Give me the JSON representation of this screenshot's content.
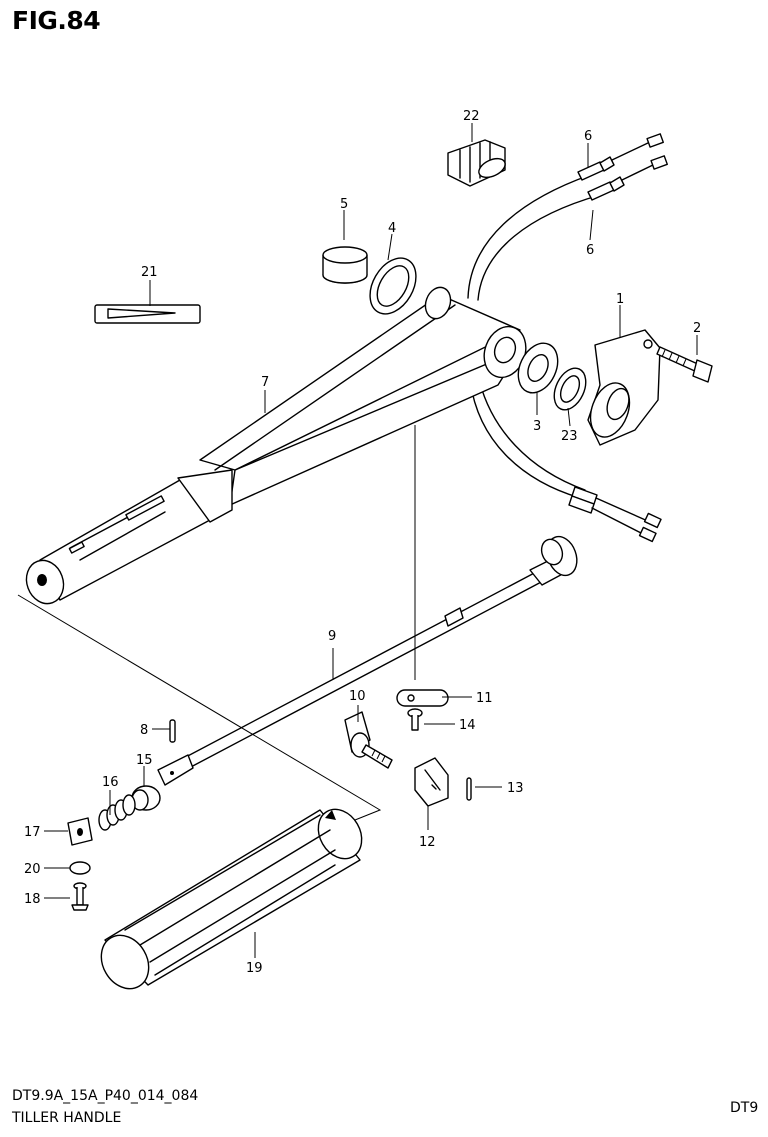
{
  "figure": {
    "title": "FIG.84"
  },
  "footer": {
    "code": "DT9.9A_15A_P40_014_084",
    "name": "TILLER HANDLE",
    "model": "DT9"
  },
  "callouts": {
    "p1": "1",
    "p2": "2",
    "p3": "3",
    "p4": "4",
    "p5": "5",
    "p6a": "6",
    "p6b": "6",
    "p7": "7",
    "p8": "8",
    "p9": "9",
    "p10": "10",
    "p11": "11",
    "p12": "12",
    "p13": "13",
    "p14": "14",
    "p15": "15",
    "p16": "16",
    "p17": "17",
    "p18": "18",
    "p19": "19",
    "p20": "20",
    "p21": "21",
    "p22": "22",
    "p23": "23"
  }
}
